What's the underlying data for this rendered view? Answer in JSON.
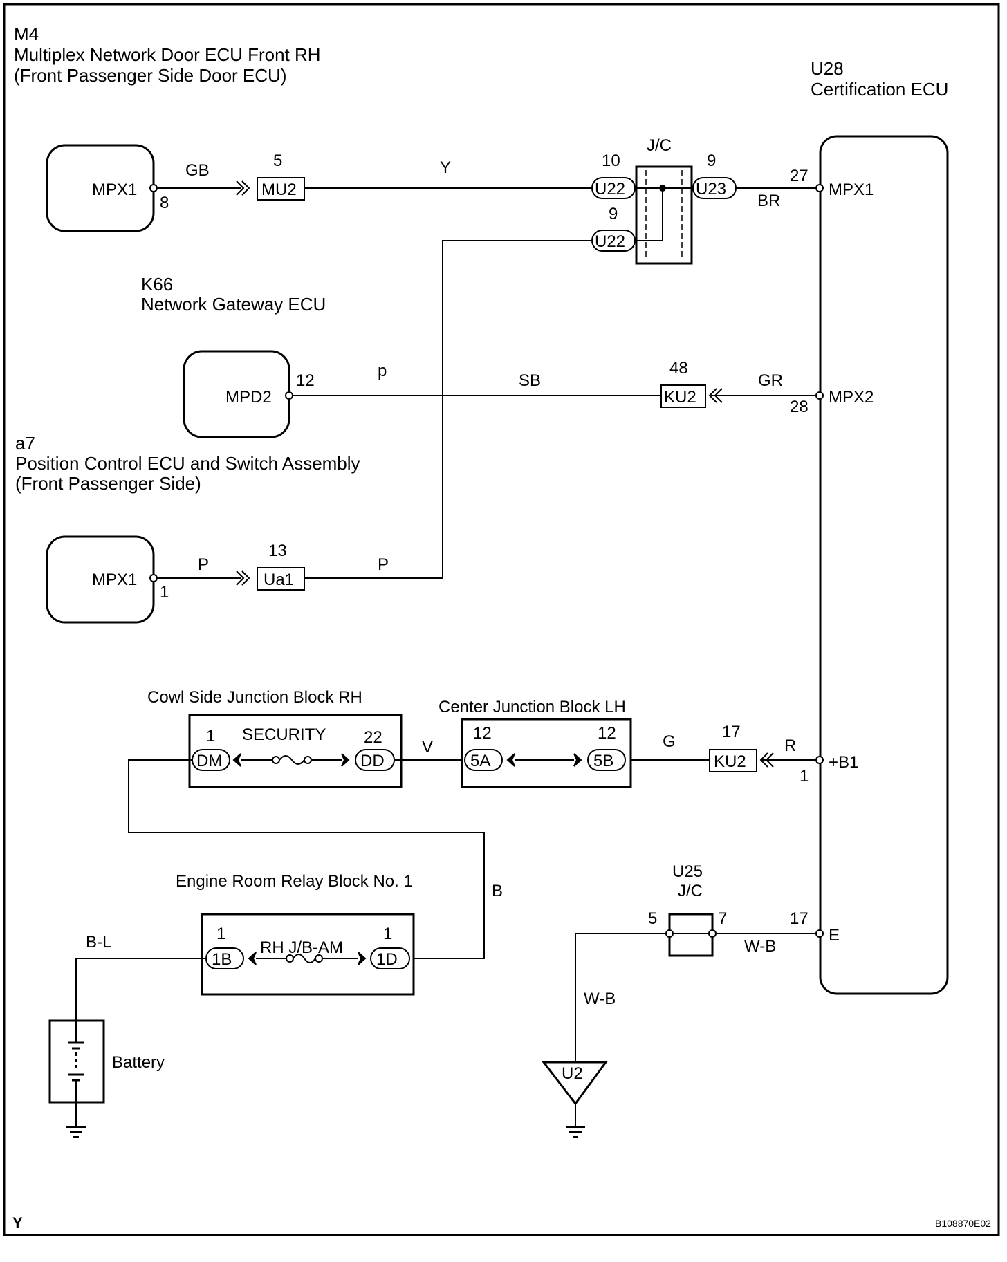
{
  "components": {
    "m4": {
      "code": "M4",
      "name": "Multiplex Network Door ECU Front RH",
      "sub": "(Front Passenger Side Door ECU)",
      "terminal_name": "MPX1",
      "pin": "8"
    },
    "k66": {
      "code": "K66",
      "name": "Network Gateway ECU",
      "terminal_name": "MPD2",
      "pin": "12"
    },
    "a7": {
      "code": "a7",
      "name": "Position Control ECU and Switch Assembly",
      "sub": "(Front Passenger Side)",
      "terminal_name": "MPX1",
      "pin": "1"
    },
    "u28": {
      "code": "U28",
      "name": "Certification ECU",
      "terminals": [
        {
          "name": "MPX1",
          "pin": "27"
        },
        {
          "name": "MPX2",
          "pin": "28"
        },
        {
          "name": "+B1",
          "pin": "1"
        },
        {
          "name": "E",
          "pin": "17"
        }
      ]
    },
    "jc_top": {
      "label": "J/C",
      "pin_u22_top": "10",
      "pin_u22_bottom": "9",
      "pin_u23": "9",
      "conn_u22": "U22",
      "conn_u23": "U23"
    },
    "cowl": {
      "name": "Cowl Side Junction Block RH",
      "fuse": "SECURITY",
      "pin_left": "1",
      "pin_right": "22",
      "conn_left": "DM",
      "conn_right": "DD"
    },
    "center": {
      "name": "Center Junction Block LH",
      "pin_left": "12",
      "pin_right": "12",
      "conn_left": "5A",
      "conn_right": "5B"
    },
    "engine": {
      "name": "Engine Room Relay Block No. 1",
      "fuse": "RH J/B-AM",
      "pin_left": "1",
      "pin_right": "1",
      "conn_left": "1B",
      "conn_right": "1D"
    },
    "battery": {
      "label": "Battery"
    },
    "u25": {
      "code": "U25",
      "label": "J/C",
      "pin_left": "5",
      "pin_right": "7"
    },
    "ground": {
      "label": "U2"
    }
  },
  "connectors": {
    "mu2": {
      "label": "MU2",
      "pin": "5"
    },
    "ua1": {
      "label": "Ua1",
      "pin": "13"
    },
    "ku2_a": {
      "label": "KU2",
      "pin": "48"
    },
    "ku2_b": {
      "label": "KU2",
      "pin": "17"
    }
  },
  "wire_colors": {
    "gb": "GB",
    "y": "Y",
    "br": "BR",
    "p_lower": "p",
    "sb": "SB",
    "gr": "GR",
    "p1": "P",
    "p2": "P",
    "v": "V",
    "g": "G",
    "r": "R",
    "b": "B",
    "bl": "B-L",
    "wb1": "W-B",
    "wb2": "W-B"
  },
  "footer": {
    "left": "Y",
    "code": "B108870E02"
  }
}
